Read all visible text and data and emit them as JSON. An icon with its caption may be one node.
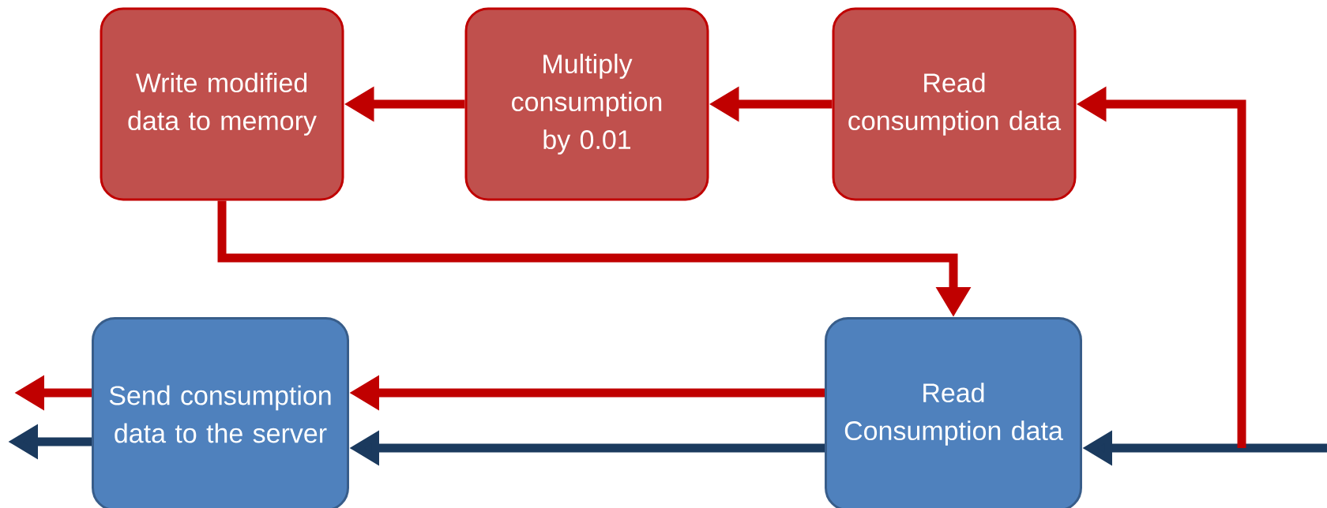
{
  "diagram": {
    "nodes": [
      {
        "text": [
          "Write modified data to memory"
        ]
      },
      {
        "text": [
          "Multiply consumption by 0.01"
        ]
      },
      {
        "text": [
          "Read consumption data"
        ]
      },
      {
        "text": [
          "Send consumption data to the server"
        ]
      },
      {
        "text": [
          "Read Consumption data"
        ]
      }
    ],
    "edges": [
      {
        "from": 2,
        "to": 1,
        "arrow": "to"
      },
      {
        "from": 1,
        "to": 0,
        "arrow": "to"
      },
      {
        "from": 0,
        "to": 4,
        "arrow": "to"
      },
      {
        "from": 4,
        "to": 3,
        "arrow": "to"
      },
      {
        "from": 4,
        "to": 3,
        "arrow": "to",
        "color": "#1b3a5e"
      },
      {
        "from": 3,
        "to": null,
        "arrow": "to"
      },
      {
        "from": 3,
        "to": null,
        "arrow": "to",
        "color": "#1b3a5e"
      },
      {
        "from": null,
        "to": 4,
        "arrow": "to",
        "color": "#1b3a5e"
      },
      {
        "from": null,
        "to": 2,
        "arrow": "to"
      }
    ]
  }
}
